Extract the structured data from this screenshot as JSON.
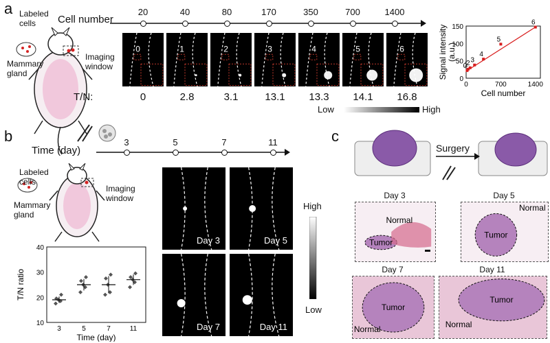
{
  "panel_a": {
    "letter": "a",
    "timeline_label": "Cell number",
    "cell_numbers": [
      "20",
      "40",
      "80",
      "170",
      "350",
      "700",
      "1400"
    ],
    "labels": {
      "cells": "Labeled\ncells",
      "gland": "Mammary\ngland",
      "window": "Imaging\nwindow"
    },
    "image_indices": [
      "0",
      "1",
      "2",
      "3",
      "4",
      "5",
      "6"
    ],
    "tn_label": "T/N:",
    "tn_values": [
      "0",
      "2.8",
      "3.1",
      "13.1",
      "13.3",
      "14.1",
      "16.8"
    ],
    "bar_low": "Low",
    "bar_high": "High"
  },
  "panel_b": {
    "letter": "b",
    "timeline_label": "Time (day)",
    "days": [
      "3",
      "5",
      "7",
      "11"
    ],
    "labels": {
      "cells": "Labeled\ncells",
      "gland": "Mammary\ngland",
      "window": "Imaging\nwindow"
    },
    "image_labels": [
      "Day 3",
      "Day 5",
      "Day 7",
      "Day 11"
    ],
    "bar_high": "High",
    "bar_low": "Low"
  },
  "panel_c": {
    "letter": "c",
    "surgery_label": "Surgery",
    "histology": [
      {
        "day": "Day 3",
        "tumor": "Tumor",
        "normal": "Normal"
      },
      {
        "day": "Day 5",
        "tumor": "Tumor",
        "normal": "Normal"
      },
      {
        "day": "Day 7",
        "tumor": "Tumor",
        "normal": "Normal"
      },
      {
        "day": "Day 11",
        "tumor": "Tumor",
        "normal": "Normal"
      }
    ]
  },
  "chart_data": [
    {
      "type": "scatter",
      "xlabel": "Cell number",
      "ylabel": "Signal intensity\n(a.u.)",
      "xlim": [
        0,
        1500
      ],
      "ylim": [
        0,
        150
      ],
      "xticks": [
        "0",
        "700",
        "1400"
      ],
      "yticks": [
        "0",
        "50",
        "100",
        "150"
      ],
      "point_labels": [
        "0",
        "1",
        "2",
        "3",
        "4",
        "5",
        "6"
      ],
      "x": [
        20,
        40,
        80,
        170,
        350,
        700,
        1400
      ],
      "y": [
        22,
        26,
        30,
        38,
        55,
        98,
        147
      ],
      "trendline": true,
      "color": "#d81e1e"
    },
    {
      "type": "scatter",
      "xlabel": "Time (day)",
      "ylabel": "T/N ratio",
      "categories": [
        "3",
        "5",
        "7",
        "11"
      ],
      "ylim": [
        10,
        40
      ],
      "yticks": [
        "10",
        "20",
        "30",
        "40"
      ],
      "points": [
        [
          17.5,
          18.5,
          19,
          19.5,
          21
        ],
        [
          22,
          24,
          25,
          26.5,
          28
        ],
        [
          21,
          22,
          25,
          27.5,
          29
        ],
        [
          24,
          26,
          27,
          28,
          29.5
        ]
      ],
      "means": [
        19,
        25,
        25,
        27
      ],
      "sd": [
        1.3,
        2.3,
        3.4,
        2.1
      ],
      "color": "#3b3b3b"
    }
  ]
}
